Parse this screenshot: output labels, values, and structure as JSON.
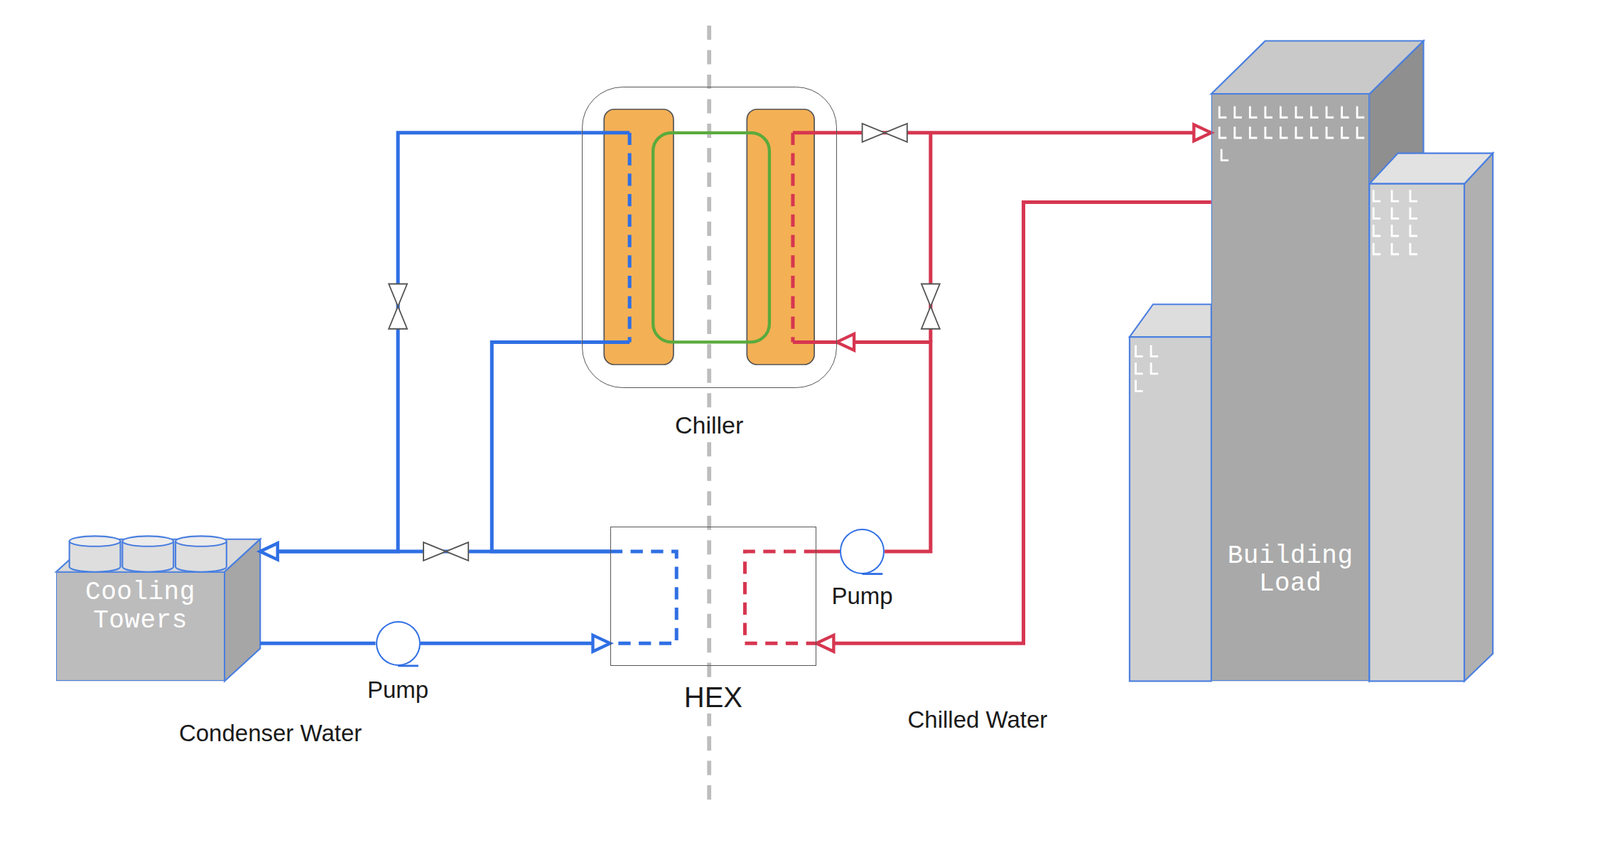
{
  "diagram": {
    "nodes": [
      {
        "text": [
          "Cooling Towers"
        ]
      },
      {
        "text": [
          "Pump"
        ]
      },
      {
        "text": [
          "Chiller"
        ]
      },
      {
        "text": [
          "HEX"
        ]
      },
      {
        "text": [
          "Pump"
        ]
      },
      {
        "text": [
          "Building Load"
        ]
      }
    ],
    "edges": [
      {
        "from": 0,
        "to": 1,
        "arrow": "none"
      },
      {
        "from": 1,
        "to": 3,
        "arrow": "to"
      },
      {
        "from": 3,
        "to": 0,
        "arrow": "to"
      },
      {
        "from": 2,
        "to": 0,
        "arrow": "to"
      },
      {
        "from": 2,
        "to": 3,
        "arrow": "none"
      },
      {
        "from": 3,
        "to": 4,
        "arrow": "none"
      },
      {
        "from": 4,
        "to": 2,
        "arrow": "to"
      },
      {
        "from": 2,
        "to": 5,
        "arrow": "to"
      },
      {
        "from": 5,
        "to": 3,
        "arrow": "to"
      }
    ],
    "labels": [
      "Condenser Water",
      "Chilled Water"
    ]
  }
}
